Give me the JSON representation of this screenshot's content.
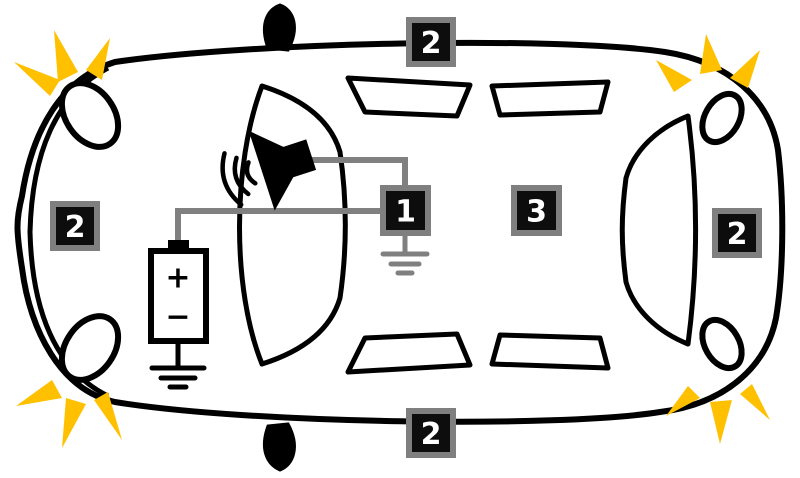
{
  "diagram": {
    "type": "car-top-view-alarm-wiring-schematic",
    "labels": {
      "one": "1",
      "two": "2",
      "three": "3"
    },
    "battery": {
      "positive": "+",
      "negative": "−"
    },
    "icons": [
      "speaker-icon",
      "sound-waves-icon",
      "battery-icon",
      "ground-icon",
      "flash-icon",
      "side-mirror-icon",
      "headlight-icon"
    ],
    "colors": {
      "outline": "#000000",
      "wire_gray": "#808080",
      "label_background": "#0d0d0d",
      "label_border": "#7f7f7f",
      "label_text": "#ffffff",
      "flash_yellow": "#FFC000",
      "body_fill": "#ffffff"
    }
  }
}
